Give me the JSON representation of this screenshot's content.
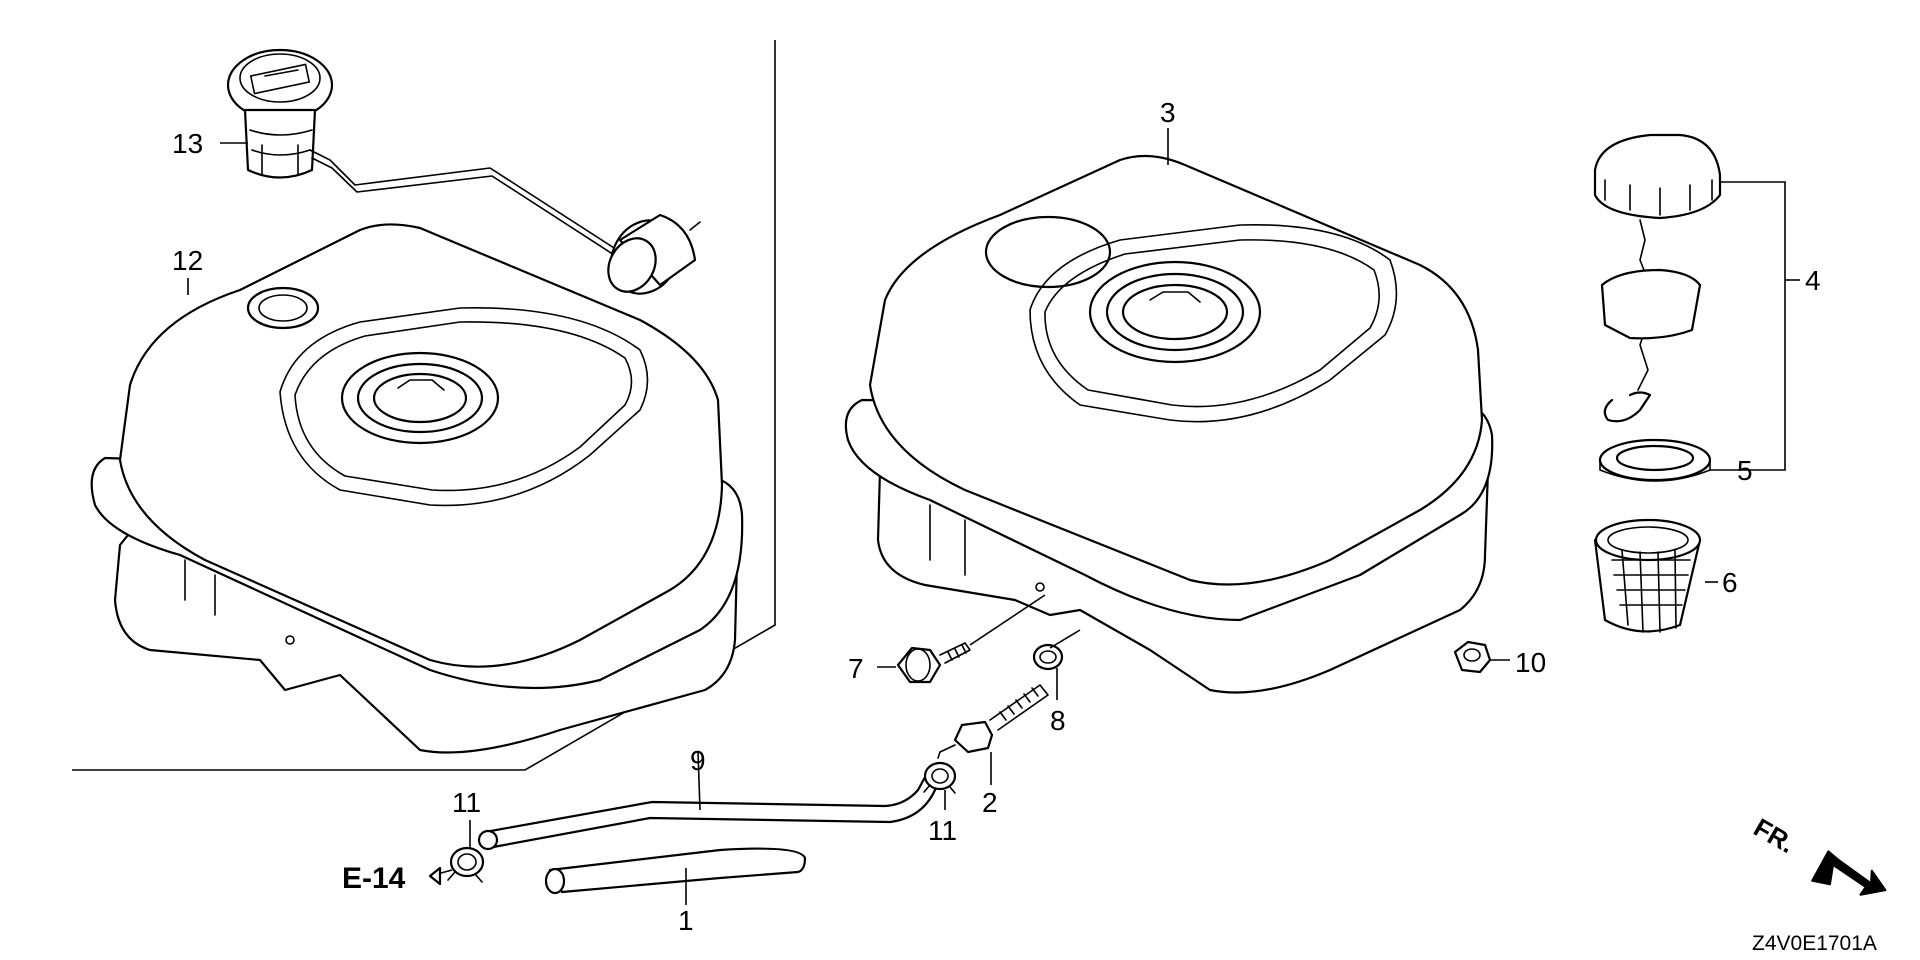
{
  "callouts": {
    "c1": "1",
    "c2": "2",
    "c3": "3",
    "c4": "4",
    "c5": "5",
    "c6": "6",
    "c7": "7",
    "c8": "8",
    "c9": "9",
    "c10": "10",
    "c11a": "11",
    "c11b": "11",
    "c12": "12",
    "c13": "13"
  },
  "reference": "E-14",
  "front_marker": "FR.",
  "diagram_code": "Z4V0E1701A"
}
